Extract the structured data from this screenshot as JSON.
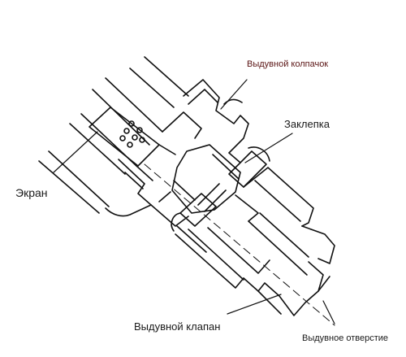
{
  "labels": {
    "blow_cap": "Выдувной колпачок",
    "rivet": "Заклепка",
    "screen": "Экран",
    "blow_valve": "Выдувной клапан",
    "blow_hole": "Выдувное отверстие"
  },
  "colors": {
    "line": "#111111",
    "cap_label": "#5a1414",
    "background": "#ffffff"
  }
}
